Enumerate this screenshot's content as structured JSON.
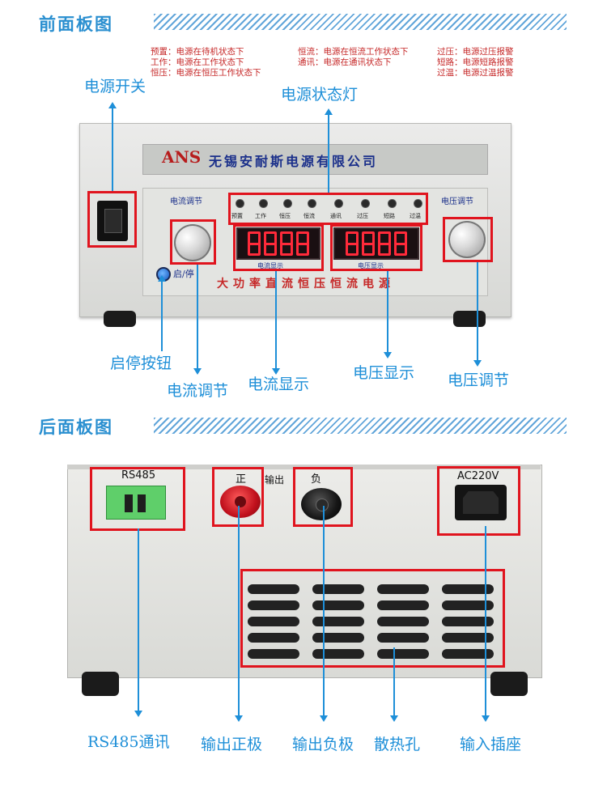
{
  "front": {
    "title": "前面板图",
    "legend_col1": [
      "预置：电源在待机状态下",
      "工作：电源在工作状态下",
      "恒压：电源在恒压工作状态下"
    ],
    "legend_col2": [
      "恒流：电源在恒流工作状态下",
      "通讯：电源在通讯状态下"
    ],
    "legend_col3": [
      "过压：电源过压报警",
      "短路：电源短路报警",
      "过温：电源过温报警"
    ],
    "brand_logo": "ANS",
    "company": "无锡安耐斯电源有限公司",
    "current_adjust_label": "电流调节",
    "voltage_adjust_label": "电压调节",
    "led_labels": [
      "预置",
      "工作",
      "恒压",
      "恒流",
      "通讯",
      "过压",
      "短路",
      "过温"
    ],
    "current_display_label": "电流显示",
    "voltage_display_label": "电压显示",
    "start_stop_label": "启/停",
    "product_name": "大功率直流恒压恒流电源",
    "callouts": {
      "power_switch": "电源开关",
      "status_lights": "电源状态灯",
      "start_stop_button": "启停按钮",
      "current_adjust": "电流调节",
      "current_display": "电流显示",
      "voltage_display": "电压显示",
      "voltage_adjust": "电压调节"
    }
  },
  "rear": {
    "title": "后面板图",
    "rs485_label": "RS485",
    "positive_label": "正",
    "output_label": "输出",
    "negative_label": "负",
    "ac_label": "AC220V",
    "callouts": {
      "rs485": "RS485通讯",
      "output_positive": "输出正极",
      "output_negative": "输出负极",
      "vents": "散热孔",
      "ac_socket": "输入插座"
    }
  },
  "colors": {
    "accent_blue": "#1e8fd8",
    "highlight_red": "#e0141e",
    "legend_red": "#c62828"
  }
}
